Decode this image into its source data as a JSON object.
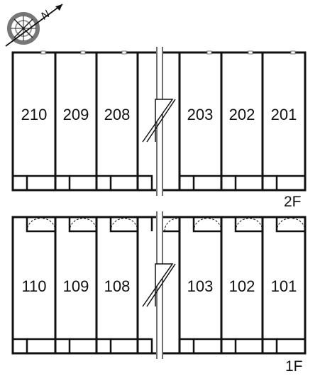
{
  "compass": {
    "label": "N",
    "icon": "compass-rose-icon"
  },
  "floors": [
    {
      "label": "2F",
      "units": [
        "210",
        "209",
        "208",
        "203",
        "202",
        "201"
      ]
    },
    {
      "label": "1F",
      "units": [
        "110",
        "109",
        "108",
        "103",
        "102",
        "101"
      ]
    }
  ]
}
